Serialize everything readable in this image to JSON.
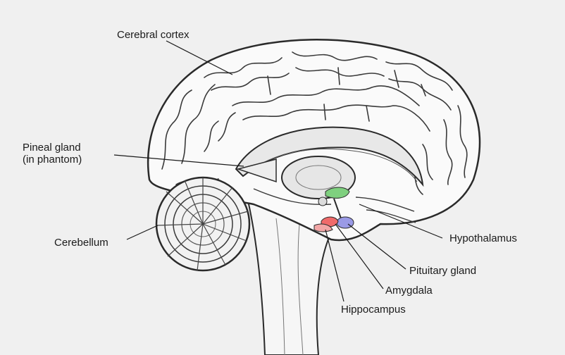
{
  "labels": {
    "cerebral_cortex": "Cerebral cortex",
    "pineal_gland_line1": "Pineal gland",
    "pineal_gland_line2": "(in phantom)",
    "cerebellum": "Cerebellum",
    "hypothalamus": "Hypothalamus",
    "pituitary_gland": "Pituitary gland",
    "amygdala": "Amygdala",
    "hippocampus": "Hippocampus"
  },
  "colors": {
    "background": "#f0f0f0",
    "outline": "#2a2a2a",
    "hypothalamus": "#7fd07f",
    "pituitary_gland": "#9a9ae6",
    "amygdala": "#f06a6a",
    "hippocampus": "#f2a6a6"
  }
}
